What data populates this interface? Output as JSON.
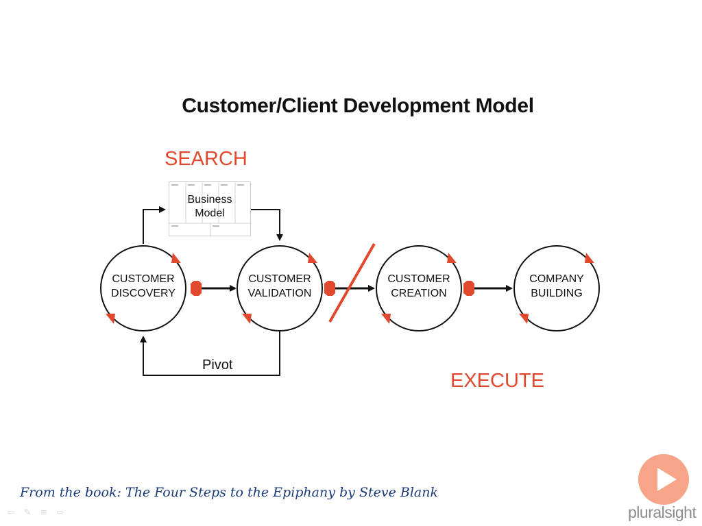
{
  "slide": {
    "title": "Customer/Client Development Model",
    "search_label": "SEARCH",
    "execute_label": "EXECUTE",
    "business_model": {
      "line1": "Business",
      "line2": "Model"
    },
    "circles": [
      {
        "line1": "CUSTOMER",
        "line2": "DISCOVERY"
      },
      {
        "line1": "CUSTOMER",
        "line2": "VALIDATION"
      },
      {
        "line1": "CUSTOMER",
        "line2": "CREATION"
      },
      {
        "line1": "COMPANY",
        "line2": "BUILDING"
      }
    ],
    "pivot_label": "Pivot",
    "footer_credit": "From the book: The Four Steps to the Epiphany by Steve Blank"
  },
  "branding": {
    "wordmark": "pluralsight",
    "play_icon": "play-icon",
    "accent_color": "#f05a28"
  },
  "colors": {
    "highlight": "#e0492e",
    "text": "#111111",
    "footer": "#1a3a78"
  },
  "nav_icons": [
    "back-arrow-icon",
    "pen-icon",
    "menu-icon",
    "forward-arrow-icon"
  ]
}
